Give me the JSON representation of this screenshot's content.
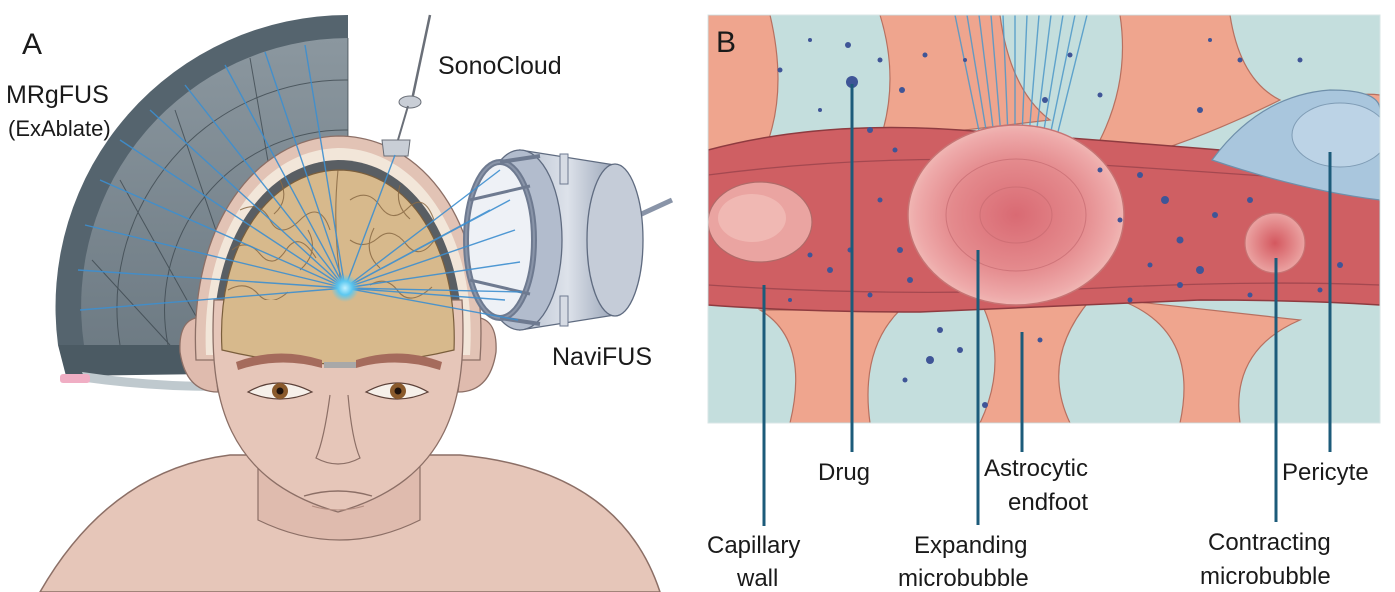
{
  "panel_a": {
    "letter": "A",
    "labels": {
      "mrgfus_line1": "MRgFUS",
      "mrgfus_line2": "(ExAblate)",
      "sonocloud": "SonoCloud",
      "navifus": "NaviFUS"
    }
  },
  "panel_b": {
    "letter": "B",
    "labels": {
      "capillary_line1": "Capillary",
      "capillary_line2": "wall",
      "drug": "Drug",
      "astrocytic_line1": "Astrocytic",
      "astrocytic_line2": "endfoot",
      "expanding_line1": "Expanding",
      "expanding_line2": "microbubble",
      "pericyte": "Pericyte",
      "contracting_line1": "Contracting",
      "contracting_line2": "microbubble"
    }
  },
  "colors": {
    "skin": "#e6c6b9",
    "brain": "#d7b98c",
    "helmet": "#55646e",
    "ultrasound_beam": "#3d8fd0",
    "focus": "#5cc8f0",
    "tissue_bg": "#c4dedd",
    "capillary": "#cf5f63",
    "astrocyte": "#efa58e",
    "pericyte": "#a9c6dd",
    "drug_dot": "#3f5597",
    "leader_line": "#1c5b7a"
  }
}
